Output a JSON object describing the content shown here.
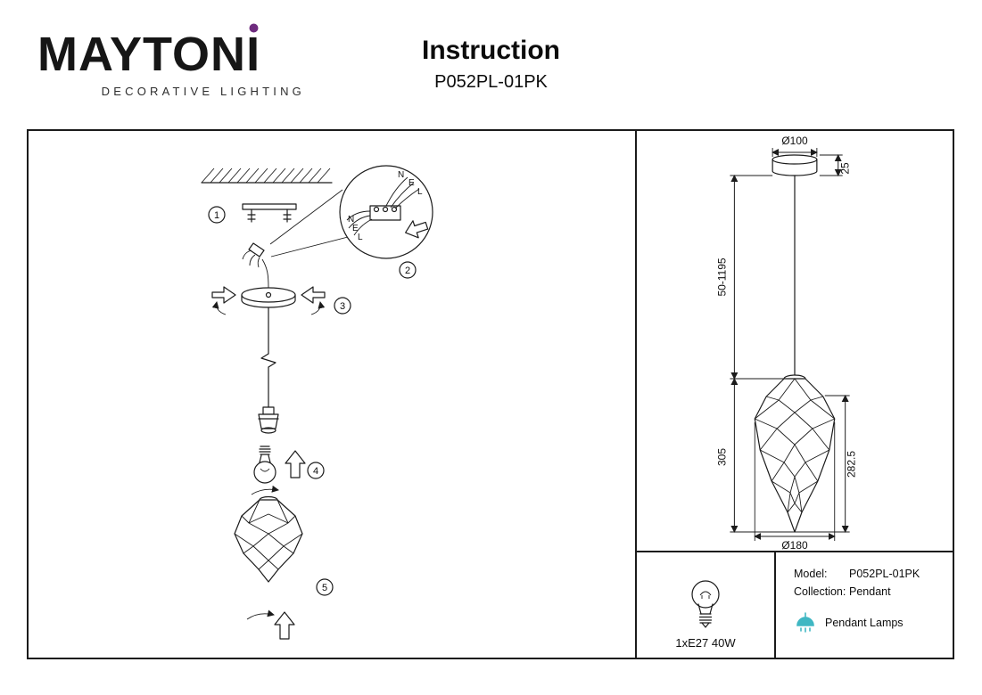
{
  "brand": {
    "name_main": "MAYTON",
    "name_i": "I",
    "tagline": "DECORATIVE LIGHTING",
    "accent_color": "#6e2b7e"
  },
  "header": {
    "title": "Instruction",
    "model": "P052PL-01PK"
  },
  "assembly": {
    "steps": [
      "1",
      "2",
      "3",
      "4",
      "5"
    ],
    "wiring": {
      "n": "N",
      "e": "E",
      "l": "L"
    }
  },
  "dimensions": {
    "canopy_diameter": "Ø100",
    "canopy_height": "25",
    "suspension_length": "50-1195",
    "fixture_height": "305",
    "shade_height": "282.5",
    "shade_diameter": "Ø180"
  },
  "spec": {
    "bulb": "1xE27 40W",
    "model_label": "Model:",
    "model_value": "P052PL-01PK",
    "collection_label": "Collection:",
    "collection_value": "Pendant",
    "category": "Pendant Lamps",
    "category_color": "#40b7c3"
  }
}
